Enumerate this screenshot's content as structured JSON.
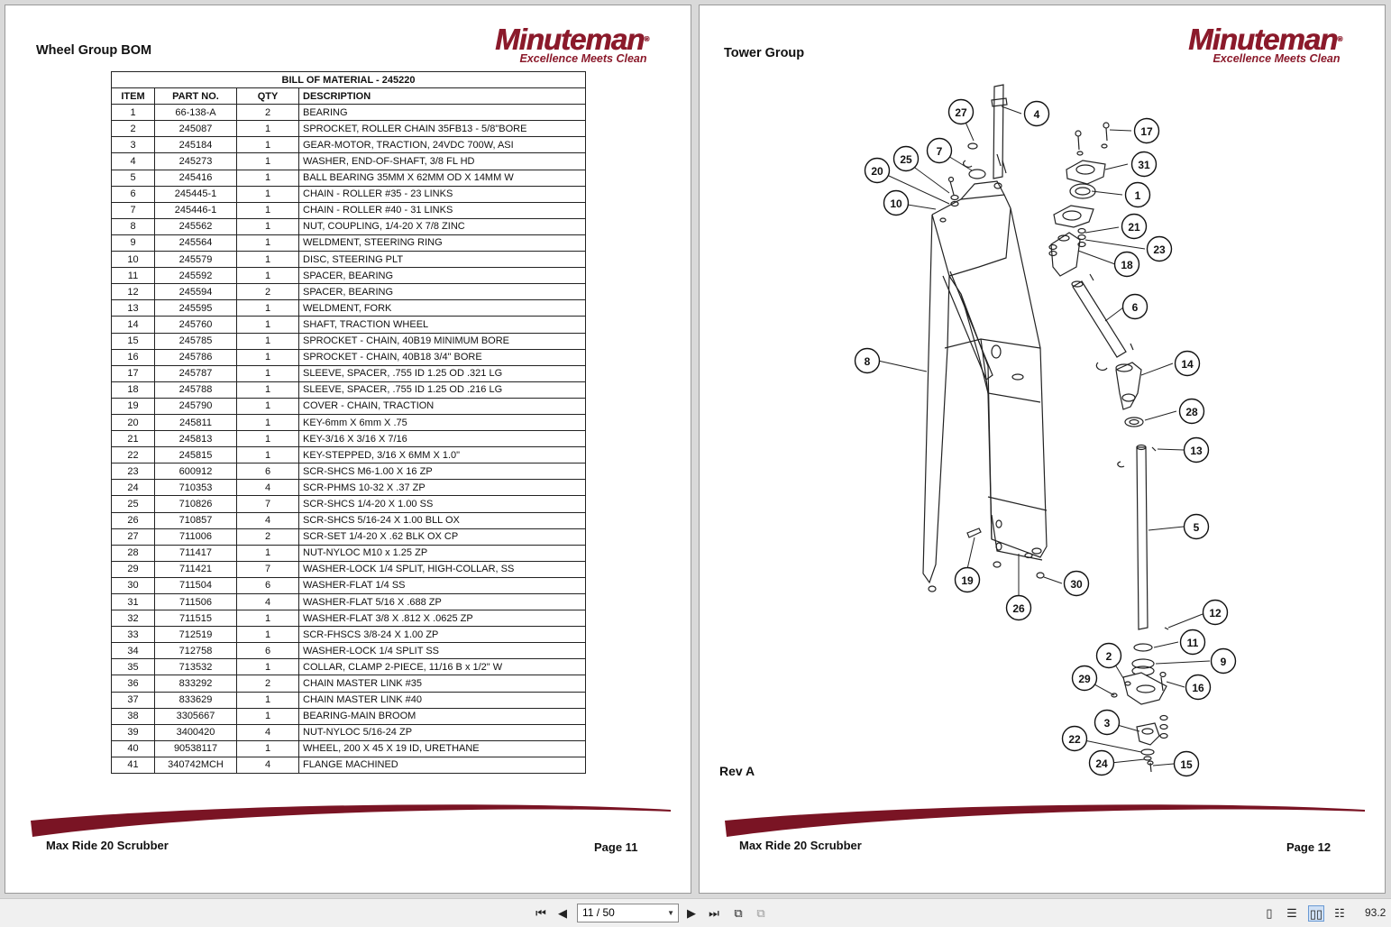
{
  "left_page": {
    "title": "Wheel Group BOM",
    "logo": {
      "name": "Minuteman",
      "tagline": "Excellence Meets Clean",
      "mark": "®"
    },
    "bom": {
      "title": "BILL OF MATERIAL - 245220",
      "headers": [
        "ITEM",
        "PART NO.",
        "QTY",
        "DESCRIPTION"
      ],
      "rows": [
        [
          "1",
          "66-138-A",
          "2",
          "BEARING"
        ],
        [
          "2",
          "245087",
          "1",
          "SPROCKET, ROLLER CHAIN 35FB13 - 5/8\"BORE"
        ],
        [
          "3",
          "245184",
          "1",
          "GEAR-MOTOR, TRACTION, 24VDC 700W, ASI"
        ],
        [
          "4",
          "245273",
          "1",
          "WASHER, END-OF-SHAFT, 3/8 FL HD"
        ],
        [
          "5",
          "245416",
          "1",
          "BALL BEARING 35MM X 62MM OD X 14MM W"
        ],
        [
          "6",
          "245445-1",
          "1",
          "CHAIN - ROLLER  #35 - 23 LINKS"
        ],
        [
          "7",
          "245446-1",
          "1",
          "CHAIN - ROLLER  #40 - 31 LINKS"
        ],
        [
          "8",
          "245562",
          "1",
          "NUT, COUPLING, 1/4-20 X 7/8 ZINC"
        ],
        [
          "9",
          "245564",
          "1",
          "WELDMENT, STEERING RING"
        ],
        [
          "10",
          "245579",
          "1",
          "DISC, STEERING PLT"
        ],
        [
          "11",
          "245592",
          "1",
          "SPACER, BEARING"
        ],
        [
          "12",
          "245594",
          "2",
          "SPACER, BEARING"
        ],
        [
          "13",
          "245595",
          "1",
          "WELDMENT, FORK"
        ],
        [
          "14",
          "245760",
          "1",
          "SHAFT, TRACTION WHEEL"
        ],
        [
          "15",
          "245785",
          "1",
          "SPROCKET - CHAIN, 40B19  MINIMUM BORE"
        ],
        [
          "16",
          "245786",
          "1",
          "SPROCKET - CHAIN, 40B18  3/4\" BORE"
        ],
        [
          "17",
          "245787",
          "1",
          "SLEEVE, SPACER, .755 ID 1.25 OD .321 LG"
        ],
        [
          "18",
          "245788",
          "1",
          "SLEEVE, SPACER, .755 ID 1.25 OD .216 LG"
        ],
        [
          "19",
          "245790",
          "1",
          "COVER - CHAIN, TRACTION"
        ],
        [
          "20",
          "245811",
          "1",
          "KEY-6mm X 6mm X .75"
        ],
        [
          "21",
          "245813",
          "1",
          "KEY-3/16 X 3/16 X 7/16"
        ],
        [
          "22",
          "245815",
          "1",
          "KEY-STEPPED, 3/16 X 6MM X 1.0\""
        ],
        [
          "23",
          "600912",
          "6",
          "SCR-SHCS M6-1.00 X 16 ZP"
        ],
        [
          "24",
          "710353",
          "4",
          "SCR-PHMS 10-32 X .37 ZP"
        ],
        [
          "25",
          "710826",
          "7",
          "SCR-SHCS 1/4-20 X 1.00 SS"
        ],
        [
          "26",
          "710857",
          "4",
          "SCR-SHCS 5/16-24 X 1.00 BLL OX"
        ],
        [
          "27",
          "711006",
          "2",
          "SCR-SET 1/4-20 X .62 BLK OX CP"
        ],
        [
          "28",
          "711417",
          "1",
          "NUT-NYLOC M10 x 1.25 ZP"
        ],
        [
          "29",
          "711421",
          "7",
          "WASHER-LOCK 1/4 SPLIT, HIGH-COLLAR, SS"
        ],
        [
          "30",
          "711504",
          "6",
          "WASHER-FLAT 1/4 SS"
        ],
        [
          "31",
          "711506",
          "4",
          "WASHER-FLAT 5/16 X .688 ZP"
        ],
        [
          "32",
          "711515",
          "1",
          "WASHER-FLAT 3/8 X .812 X .0625 ZP"
        ],
        [
          "33",
          "712519",
          "1",
          "SCR-FHSCS 3/8-24 X 1.00 ZP"
        ],
        [
          "34",
          "712758",
          "6",
          "WASHER-LOCK 1/4 SPLIT SS"
        ],
        [
          "35",
          "713532",
          "1",
          "COLLAR, CLAMP 2-PIECE, 11/16 B x 1/2\" W"
        ],
        [
          "36",
          "833292",
          "2",
          "CHAIN MASTER LINK #35"
        ],
        [
          "37",
          "833629",
          "1",
          "CHAIN MASTER LINK  #40"
        ],
        [
          "38",
          "3305667",
          "1",
          "BEARING-MAIN BROOM"
        ],
        [
          "39",
          "3400420",
          "4",
          "NUT-NYLOC 5/16-24 ZP"
        ],
        [
          "40",
          "90538117",
          "1",
          "WHEEL, 200 X 45 X 19 ID, URETHANE"
        ],
        [
          "41",
          "340742MCH",
          "4",
          "FLANGE MACHINED"
        ]
      ]
    },
    "footer_left": "Max Ride 20 Scrubber",
    "footer_right": "Page 11"
  },
  "right_page": {
    "title": "Tower Group",
    "logo": {
      "name": "Minuteman",
      "tagline": "Excellence Meets Clean",
      "mark": "®"
    },
    "rev": "Rev A",
    "callouts": [
      "27",
      "4",
      "7",
      "25",
      "20",
      "10",
      "17",
      "31",
      "1",
      "21",
      "23",
      "18",
      "6",
      "8",
      "14",
      "28",
      "13",
      "5",
      "19",
      "26",
      "30",
      "12",
      "11",
      "9",
      "2",
      "29",
      "16",
      "3",
      "22",
      "24",
      "15"
    ],
    "footer_left": "Max Ride 20 Scrubber",
    "footer_right": "Page 12"
  },
  "toolbar": {
    "page_indicator": "11 / 50",
    "zoom": "93.2",
    "icons": [
      "first-page-icon",
      "prev-page-icon",
      "next-page-icon",
      "last-page-icon",
      "fit-page-icon",
      "fit-width-icon",
      "single-page-icon",
      "continuous-icon",
      "facing-icon",
      "continuous-facing-icon"
    ]
  },
  "colors": {
    "brand": "#8b1a2b",
    "swoosh": "#7a1424"
  }
}
